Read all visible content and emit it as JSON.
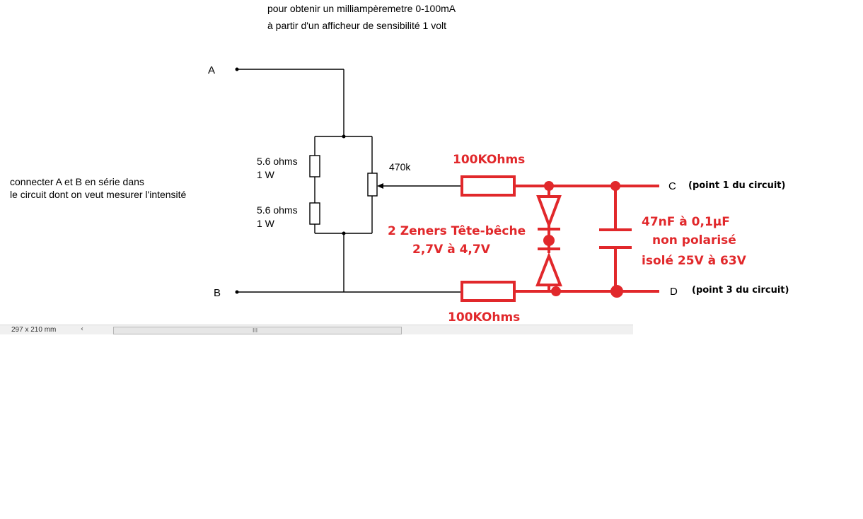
{
  "header": {
    "line1": "pour obtenir un milliampèremetre 0-100mA",
    "line2": "à partir d'un afficheur de sensibilité 1 volt"
  },
  "instructions": {
    "line1": "connecter A et B en série dans",
    "line2": "le circuit dont on veut mesurer l'intensité"
  },
  "terminals": {
    "a": "A",
    "b": "B",
    "c": "C",
    "d": "D"
  },
  "components": {
    "r1_value": "5.6 ohms",
    "r1_power": "1 W",
    "r2_value": "5.6 ohms",
    "r2_power": "1 W",
    "pot_value": "470k",
    "resistor_top": "100KOhms",
    "resistor_bottom": "100KOhms",
    "zener_line1": "2 Zeners Tête-bêche",
    "zener_line2": "2,7V à 4,7V",
    "cap_line1": "47nF à 0,1µF",
    "cap_line2": "non polarisé",
    "cap_line3": "isolé 25V à 63V"
  },
  "notes": {
    "point_c": "(point 1 du circuit)",
    "point_d": "(point 3 du circuit)"
  },
  "statusbar": {
    "page_size": "297 x 210 mm",
    "scroll_left": "‹",
    "scroll_grip": "III"
  },
  "colors": {
    "schematic": "#000000",
    "addition": "#e1282b"
  }
}
